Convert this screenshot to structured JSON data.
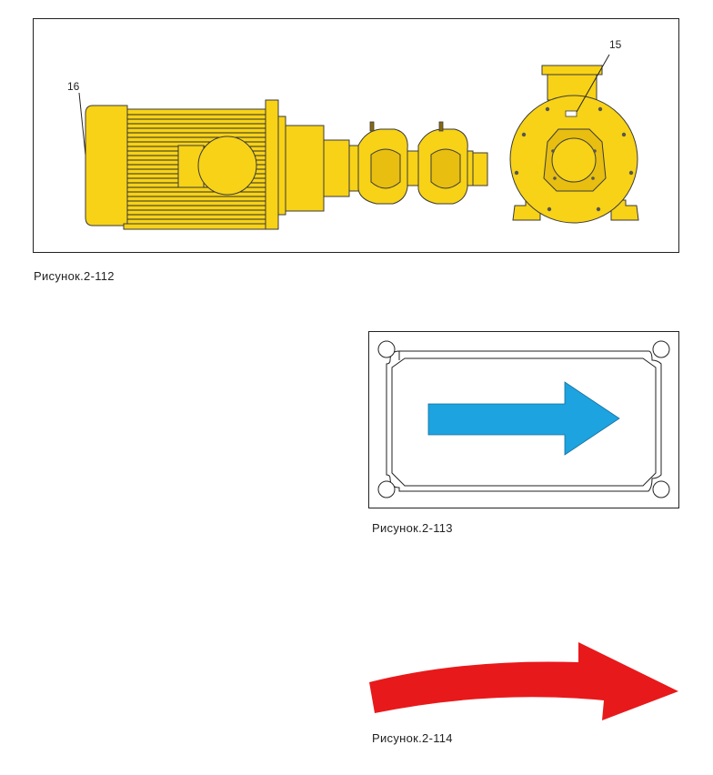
{
  "figures": [
    {
      "caption": "Рисунок.2-112",
      "callouts": [
        "16",
        "15"
      ],
      "colors": {
        "body": "#f7d217",
        "outline": "#3b3b3b",
        "frame": "#222222"
      }
    },
    {
      "caption": "Рисунок.2-113",
      "colors": {
        "arrow": "#1ca3e0",
        "plate": "#ffffff",
        "outline": "#222222"
      }
    },
    {
      "caption": "Рисунок.2-114",
      "colors": {
        "arrow": "#e8191b"
      }
    }
  ]
}
